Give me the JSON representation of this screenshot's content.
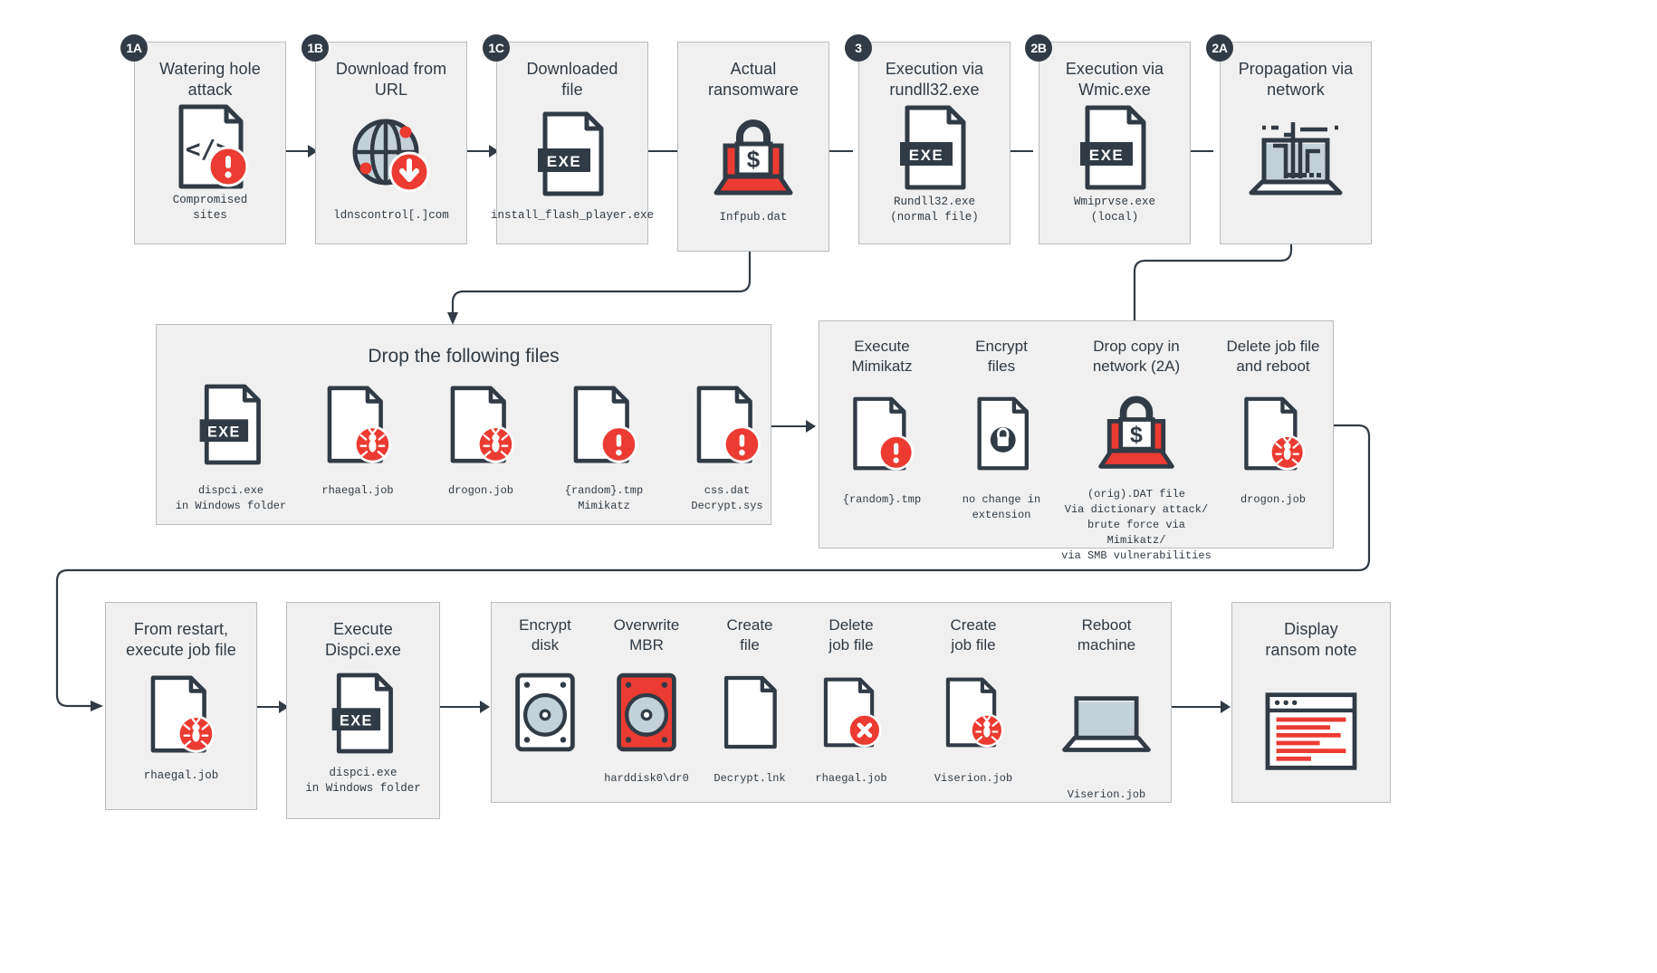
{
  "colors": {
    "accent_red": "#ec3b32",
    "ink": "#313b45",
    "panel_bg": "#f0f0f0",
    "panel_border": "#b9bcc0",
    "globe_fill": "#c3d1d8"
  },
  "top_row": {
    "steps": [
      {
        "badge": "1A",
        "title": "Watering hole\nattack",
        "icon": "document-code-alert-icon",
        "caption": "Compromised\nsites"
      },
      {
        "badge": "1B",
        "title": "Download from\nURL",
        "icon": "globe-download-icon",
        "caption": "ldnscontrol[.]com"
      },
      {
        "badge": "1C",
        "title": "Downloaded\nfile",
        "icon": "exe-document-icon",
        "caption": "install_flash_player.exe"
      },
      {
        "badge": "",
        "title": "Actual\nransomware",
        "icon": "laptop-lock-dollar-icon",
        "caption": "Infpub.dat"
      },
      {
        "badge": "3",
        "title": "Execution via\nrundll32.exe",
        "icon": "exe-document-icon",
        "caption": "Rundll32.exe\n(normal file)"
      },
      {
        "badge": "2B",
        "title": "Execution via\nWmic.exe",
        "icon": "exe-document-icon",
        "caption": "Wmiprvse.exe\n(local)"
      },
      {
        "badge": "2A",
        "title": "Propagation via\nnetwork",
        "icon": "laptop-network-icon",
        "caption": ""
      }
    ]
  },
  "drop_panel": {
    "title": "Drop the following files",
    "items": [
      {
        "icon": "exe-document-icon",
        "caption": "dispci.exe\nin Windows folder"
      },
      {
        "icon": "document-bug-icon",
        "caption": "rhaegal.job"
      },
      {
        "icon": "document-bug-icon",
        "caption": "drogon.job"
      },
      {
        "icon": "document-alert-icon",
        "caption": "{random}.tmp\nMimikatz"
      },
      {
        "icon": "document-alert-icon",
        "caption": "css.dat\nDecrypt.sys"
      }
    ]
  },
  "actions_panel": {
    "items": [
      {
        "title": "Execute\nMimikatz",
        "icon": "document-alert-icon",
        "caption": "{random}.tmp"
      },
      {
        "title": "Encrypt\nfiles",
        "icon": "document-lock-icon",
        "caption": "no change in\nextension"
      },
      {
        "title": "Drop copy in\nnetwork (2A)",
        "icon": "laptop-lock-dollar-icon",
        "caption": "(orig).DAT file\nVia dictionary attack/\nbrute force via Mimikatz/\nvia SMB vulnerabilities"
      },
      {
        "title": "Delete job file\nand reboot",
        "icon": "document-bug-icon",
        "caption": "drogon.job"
      }
    ]
  },
  "bottom_row": {
    "restart_card": {
      "title": "From restart,\nexecute job file",
      "icon": "document-bug-icon",
      "caption": "rhaegal.job"
    },
    "dispci_card": {
      "title": "Execute\nDispci.exe",
      "icon": "exe-document-icon",
      "caption": "dispci.exe\nin Windows folder"
    },
    "panel_items": [
      {
        "title": "Encrypt\ndisk",
        "icon": "harddisk-icon",
        "caption": ""
      },
      {
        "title": "Overwrite\nMBR",
        "icon": "harddisk-red-icon",
        "caption": "harddisk0\\dr0"
      },
      {
        "title": "Create\nfile",
        "icon": "document-icon",
        "caption": "Decrypt.lnk"
      },
      {
        "title": "Delete\njob file",
        "icon": "document-delete-icon",
        "caption": "rhaegal.job"
      },
      {
        "title": "Create\njob file",
        "icon": "document-bug-icon",
        "caption": "Viserion.job"
      },
      {
        "title": "Reboot\nmachine",
        "icon": "laptop-icon",
        "caption": "Viserion.job"
      }
    ],
    "ransom_card": {
      "title": "Display\nransom note",
      "icon": "ransom-note-window-icon",
      "caption": ""
    }
  }
}
